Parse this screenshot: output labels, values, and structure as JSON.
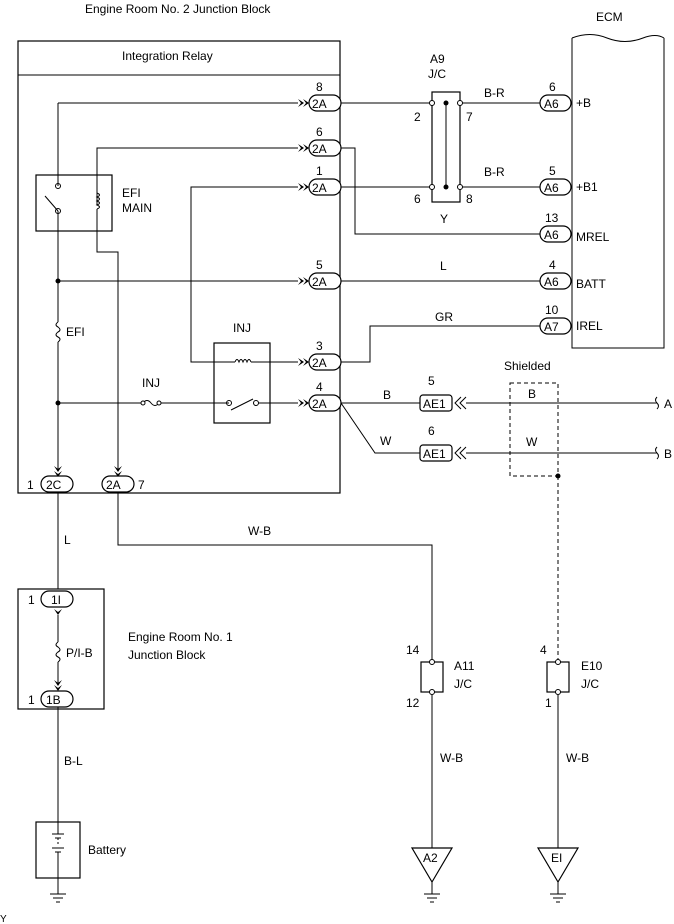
{
  "titles": {
    "junction_block_2": "Engine Room No. 2 Junction Block",
    "integration_relay": "Integration Relay",
    "ecm": "ECM",
    "junction_block_1_line1": "Engine Room No. 1",
    "junction_block_1_line2": "Junction Block",
    "shielded": "Shielded",
    "battery": "Battery",
    "corner_mark": "Y"
  },
  "relays": {
    "efi_main_line1": "EFI",
    "efi_main_line2": "MAIN",
    "inj": "INJ"
  },
  "fuses": {
    "efi": "EFI",
    "inj": "INJ",
    "pib": "P/I-B"
  },
  "connectors": {
    "r8": {
      "pin": "8",
      "code": "2A"
    },
    "r6": {
      "pin": "6",
      "code": "2A"
    },
    "r1": {
      "pin": "1",
      "code": "2A"
    },
    "r5": {
      "pin": "5",
      "code": "2A"
    },
    "r3": {
      "pin": "3",
      "code": "2A"
    },
    "r4": {
      "pin": "4",
      "code": "2A"
    },
    "b1": {
      "pin": "1",
      "code": "2C"
    },
    "b7": {
      "pin": "7",
      "code": "2A"
    },
    "jb1_top": {
      "pin": "1",
      "code": "1I"
    },
    "jb1_bot": {
      "pin": "1",
      "code": "1B"
    }
  },
  "jc_a9": {
    "name": "A9",
    "type": "J/C",
    "pins": [
      "2",
      "7",
      "6",
      "8"
    ],
    "color": "Y"
  },
  "ecm_terminals": [
    {
      "pin": "6",
      "code": "A6",
      "name": "+B",
      "wire": "B-R"
    },
    {
      "pin": "5",
      "code": "A6",
      "name": "+B1",
      "wire": "B-R"
    },
    {
      "pin": "13",
      "code": "A6",
      "name": "MREL",
      "wire": ""
    },
    {
      "pin": "4",
      "code": "A6",
      "name": "BATT",
      "wire": "L"
    },
    {
      "pin": "10",
      "code": "A7",
      "name": "IREL",
      "wire": "GR"
    }
  ],
  "ae1": [
    {
      "pin": "5",
      "code": "AE1",
      "wire": "B",
      "wire2": "B",
      "end": "A"
    },
    {
      "pin": "6",
      "code": "AE1",
      "wire": "W",
      "wire2": "W",
      "end": "B"
    }
  ],
  "wires": {
    "l_down": "L",
    "w_b_top": "W-B",
    "b_l": "B-L",
    "w_b_a11": "W-B",
    "w_b_e10": "W-B"
  },
  "jc_a11": {
    "name": "A11",
    "type": "J/C",
    "pin_top": "14",
    "pin_bot": "12"
  },
  "jc_e10": {
    "name": "E10",
    "type": "J/C",
    "pin_top": "4",
    "pin_bot": "1"
  },
  "grounds": {
    "a2": "A2",
    "ei": "EI"
  }
}
